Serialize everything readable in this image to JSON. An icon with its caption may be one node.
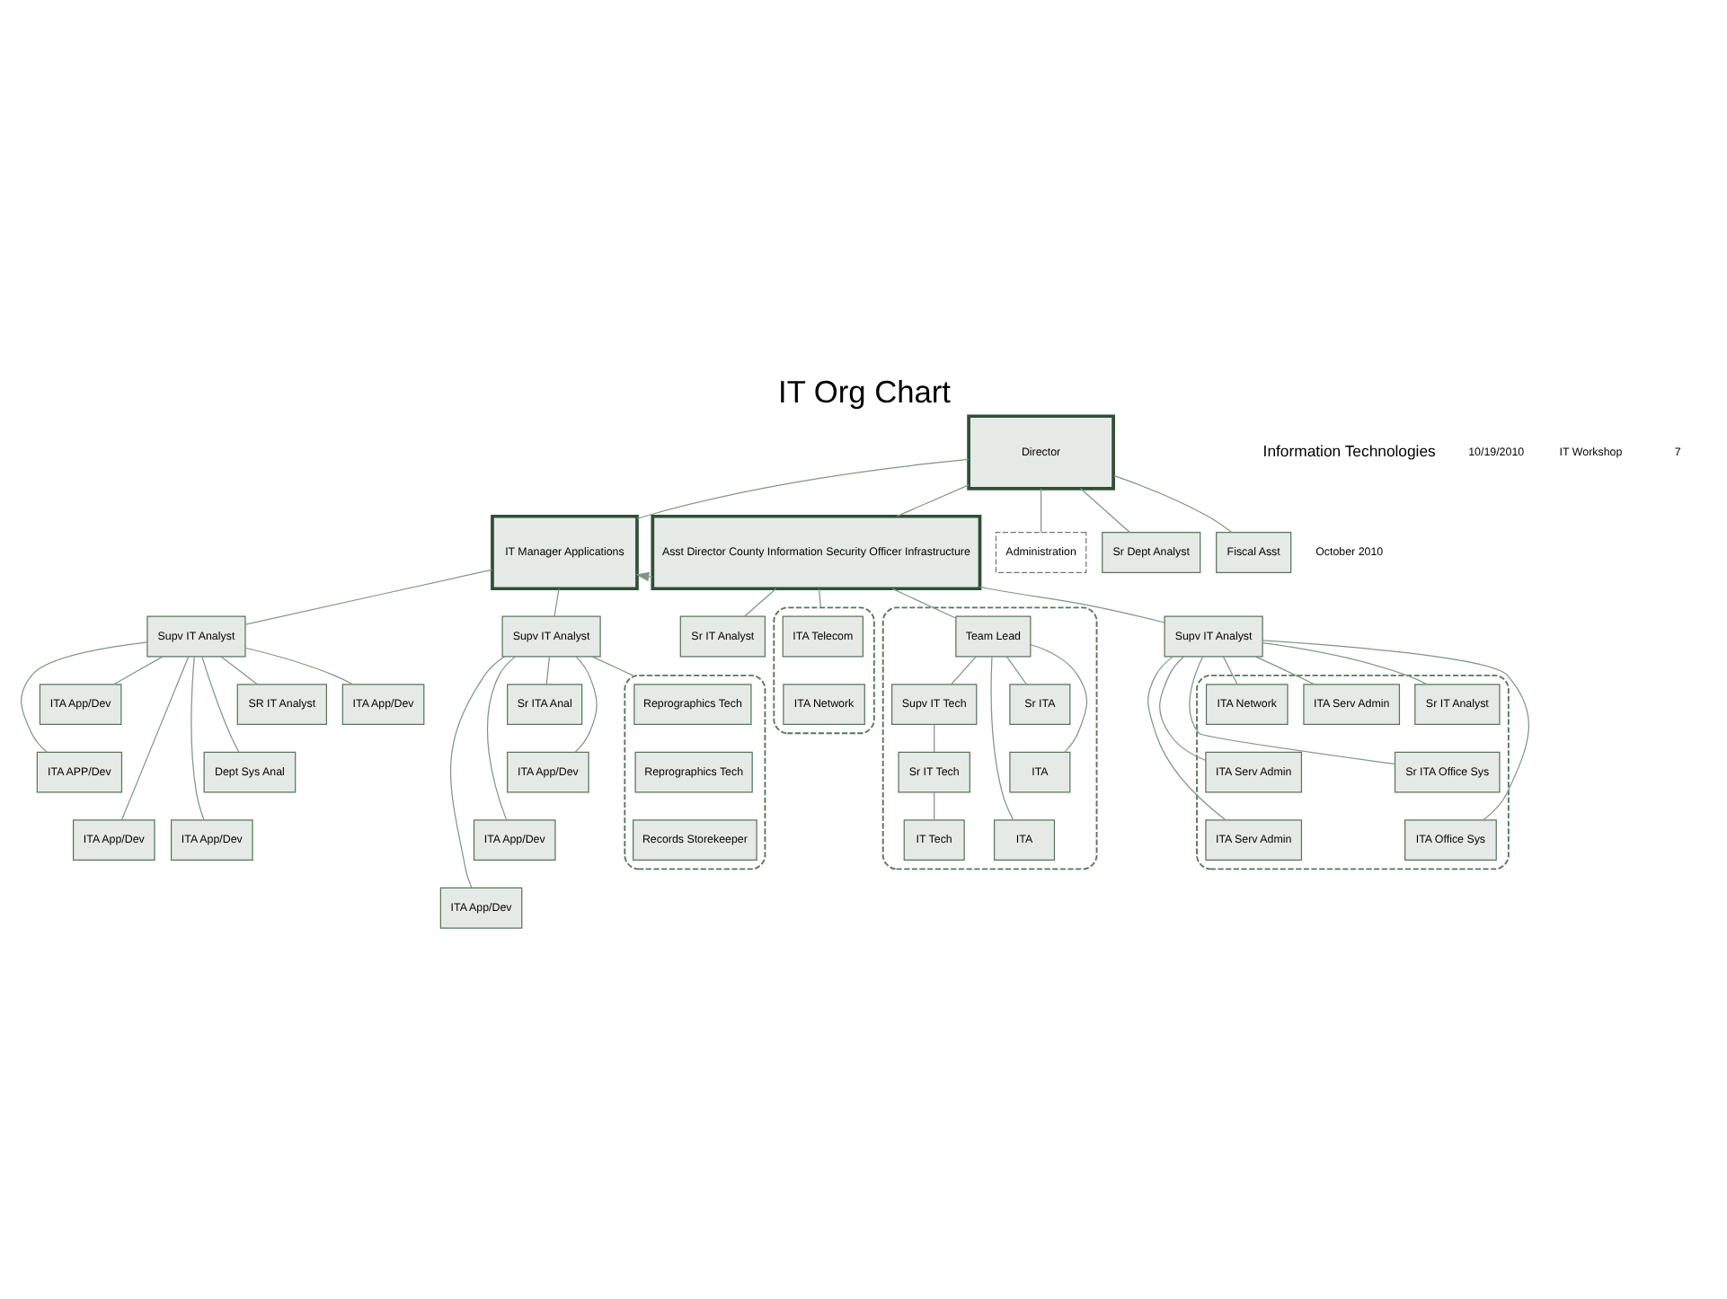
{
  "diagram": {
    "title": "IT Org Chart",
    "nodes": [
      {
        "text": [
          "Director"
        ]
      },
      {
        "text": [
          "Administration"
        ]
      },
      {
        "text": [
          "Sr Dept Analyst"
        ]
      },
      {
        "text": [
          "Fiscal Asst"
        ]
      },
      {
        "text": [
          "Asst Director County Information Security Officer Infrastructure"
        ]
      },
      {
        "text": [
          "IT Manager Applications"
        ]
      },
      {
        "text": [
          "Supv IT Analyst"
        ]
      },
      {
        "text": [
          "Supv IT Analyst"
        ]
      },
      {
        "text": [
          "ITA App/Dev"
        ]
      },
      {
        "text": [
          "SR IT Analyst"
        ]
      },
      {
        "text": [
          "ITA APP/Dev"
        ]
      },
      {
        "text": [
          "Dept Sys Anal"
        ]
      },
      {
        "text": [
          "ITA App/Dev"
        ]
      },
      {
        "text": [
          "ITA App/Dev"
        ]
      },
      {
        "text": [
          "ITA App/Dev"
        ]
      },
      {
        "text": [
          "Sr ITA Anal"
        ]
      },
      {
        "text": [
          "ITA App/Dev"
        ]
      },
      {
        "text": [
          "ITA App/Dev"
        ]
      },
      {
        "text": [
          "ITA App/Dev"
        ]
      },
      {
        "text": [],
        "shape": "box"
      },
      {
        "text": [
          "Reprographics Tech"
        ],
        "in": 19
      },
      {
        "text": [
          "Reprographics Tech"
        ],
        "in": 19
      },
      {
        "text": [
          "Records Storekeeper"
        ],
        "in": 19
      },
      {
        "text": [],
        "shape": "box"
      },
      {
        "text": [
          "Team Lead"
        ],
        "in": 23
      },
      {
        "text": [
          "Supv IT Tech"
        ],
        "in": 23
      },
      {
        "text": [
          "Sr IT Tech"
        ],
        "in": 23
      },
      {
        "text": [
          "IT Tech"
        ],
        "in": 23
      },
      {
        "text": [
          "Sr ITA"
        ],
        "in": 23
      },
      {
        "text": [
          "ITA"
        ],
        "in": 23
      },
      {
        "text": [
          "ITA"
        ],
        "in": 23
      },
      {
        "text": [
          "Supv IT Analyst"
        ]
      },
      {
        "text": [],
        "shape": "box"
      },
      {
        "text": [
          "Sr IT Analyst"
        ],
        "in": 32
      },
      {
        "text": [
          "ITA Serv Admin"
        ],
        "in": 32
      },
      {
        "text": [
          "ITA Network"
        ],
        "in": 32
      },
      {
        "text": [
          "Sr ITA Office Sys"
        ],
        "in": 32
      },
      {
        "text": [
          "ITA Office Sys"
        ],
        "in": 32
      },
      {
        "text": [
          "ITA Serv Admin"
        ],
        "in": 32
      },
      {
        "text": [
          "ITA Serv Admin"
        ],
        "in": 32
      },
      {
        "text": [
          "Sr IT Analyst"
        ]
      },
      {
        "text": [],
        "shape": "box"
      },
      {
        "text": [
          "ITA Telecom"
        ],
        "in": 41
      },
      {
        "text": [
          "ITA Network"
        ],
        "in": 41
      }
    ],
    "edges": [
      {
        "from": 0,
        "to": 1,
        "arrow": "none"
      },
      {
        "from": 0,
        "to": 2,
        "arrow": "none"
      },
      {
        "from": 0,
        "to": 3,
        "arrow": "none"
      },
      {
        "from": 0,
        "to": 4,
        "arrow": "none"
      },
      {
        "from": 0,
        "to": 5,
        "arrow": "none"
      },
      {
        "from": 4,
        "to": 5,
        "arrow": "to",
        "style": "dashed"
      },
      {
        "from": 5,
        "to": 6,
        "arrow": "none"
      },
      {
        "from": 5,
        "to": 7,
        "arrow": "none"
      },
      {
        "from": 6,
        "to": 8,
        "arrow": "none"
      },
      {
        "from": 6,
        "to": 9,
        "arrow": "none"
      },
      {
        "from": 6,
        "to": 10,
        "arrow": "none"
      },
      {
        "from": 6,
        "to": 11,
        "arrow": "none"
      },
      {
        "from": 6,
        "to": 12,
        "arrow": "none"
      },
      {
        "from": 6,
        "to": 13,
        "arrow": "none"
      },
      {
        "from": 6,
        "to": 14,
        "arrow": "none"
      },
      {
        "from": 7,
        "to": 15,
        "arrow": "none"
      },
      {
        "from": 7,
        "to": 16,
        "arrow": "none"
      },
      {
        "from": 7,
        "to": 17,
        "arrow": "none"
      },
      {
        "from": 7,
        "to": 18,
        "arrow": "none"
      },
      {
        "from": 7,
        "to": 19,
        "arrow": "none"
      },
      {
        "from": 4,
        "to": 24,
        "arrow": "none"
      },
      {
        "from": 24,
        "to": 25,
        "arrow": "none"
      },
      {
        "from": 25,
        "to": 26,
        "arrow": "none"
      },
      {
        "from": 26,
        "to": 27,
        "arrow": "none"
      },
      {
        "from": 24,
        "to": 28,
        "arrow": "none"
      },
      {
        "from": 24,
        "to": 29,
        "arrow": "none"
      },
      {
        "from": 24,
        "to": 30,
        "arrow": "none"
      },
      {
        "from": 4,
        "to": 31,
        "arrow": "none"
      },
      {
        "from": 31,
        "to": 33,
        "arrow": "none"
      },
      {
        "from": 31,
        "to": 34,
        "arrow": "none"
      },
      {
        "from": 31,
        "to": 35,
        "arrow": "none"
      },
      {
        "from": 31,
        "to": 36,
        "arrow": "none"
      },
      {
        "from": 31,
        "to": 37,
        "arrow": "none"
      },
      {
        "from": 31,
        "to": 38,
        "arrow": "none"
      },
      {
        "from": 31,
        "to": 39,
        "arrow": "none"
      },
      {
        "from": 4,
        "to": 40,
        "arrow": "none"
      },
      {
        "from": 4,
        "to": 41,
        "arrow": "none"
      }
    ],
    "labels": [
      "Information Technologies",
      "October 2010",
      "10/19/2010",
      "IT Workshop",
      "7"
    ]
  }
}
